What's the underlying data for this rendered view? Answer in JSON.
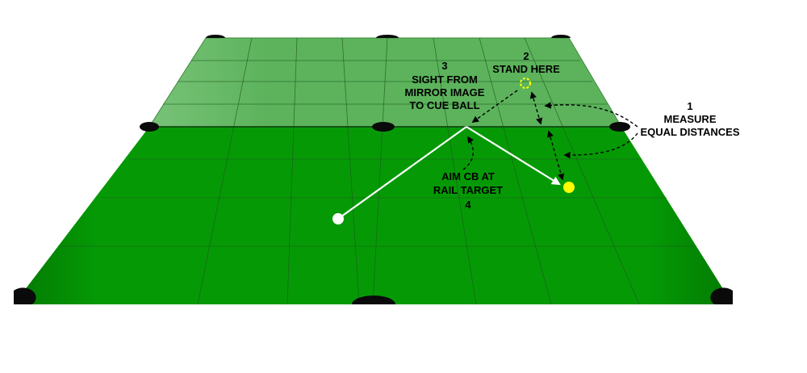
{
  "colors": {
    "background": "#ffffff",
    "table_felt": "#059a05",
    "mirror_felt": "#5cb35c",
    "grid_line": "#1a4d1a",
    "pocket": "#0a0a0a",
    "cue_ball": "#ffffff",
    "object_ball": "#ffff00",
    "path_line": "#ffffff",
    "dashed_arrow": "#000000",
    "text": "#000000"
  },
  "elements": {
    "table": {
      "icon": "pool-table"
    },
    "mirror_table": {
      "icon": "mirror-image-table"
    },
    "cue_ball": {
      "icon": "cue-ball"
    },
    "object_ball": {
      "icon": "yellow-object-ball"
    },
    "mirror_ball": {
      "icon": "dashed-mirror-ball"
    }
  },
  "labels": {
    "step1": {
      "num": "1",
      "lines": [
        "MEASURE",
        "EQUAL DISTANCES"
      ]
    },
    "step2": {
      "num": "2",
      "lines": [
        "STAND HERE"
      ]
    },
    "step3": {
      "num": "3",
      "lines": [
        "SIGHT FROM",
        "MIRROR IMAGE",
        "TO CUE BALL"
      ]
    },
    "step4": {
      "lines": [
        "AIM CB AT",
        "RAIL TARGET"
      ],
      "num": "4"
    }
  }
}
